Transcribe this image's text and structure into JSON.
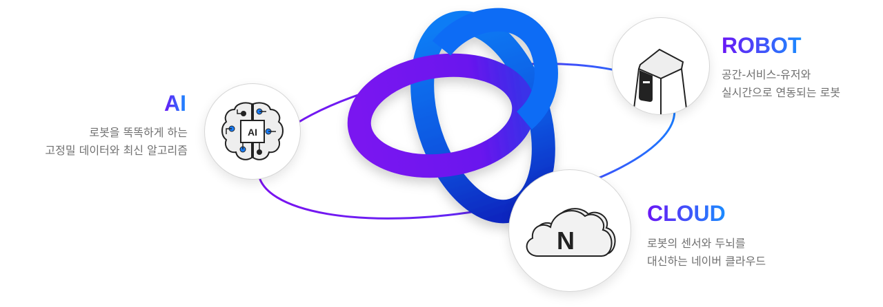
{
  "ai": {
    "title": "AI",
    "line1": "로봇을 똑똑하게 하는",
    "line2": "고정밀 데이터와 최신 알고리즘",
    "icon": "brain-chip-icon",
    "chip_label": "AI"
  },
  "robot": {
    "title": "ROBOT",
    "line1": "공간-서비스-유저와",
    "line2": "실시간으로 연동되는 로봇",
    "icon": "robot-icon"
  },
  "cloud": {
    "title": "CLOUD",
    "line1": "로봇의 센서와 두뇌를",
    "line2": "대신하는 네이버 클라우드",
    "icon": "cloud-n-icon",
    "cloud_label": "N"
  },
  "colors": {
    "purple": "#7a12f0",
    "blue": "#0a6cf5",
    "dark_blue": "#0a2fc8",
    "text": "#707070"
  }
}
